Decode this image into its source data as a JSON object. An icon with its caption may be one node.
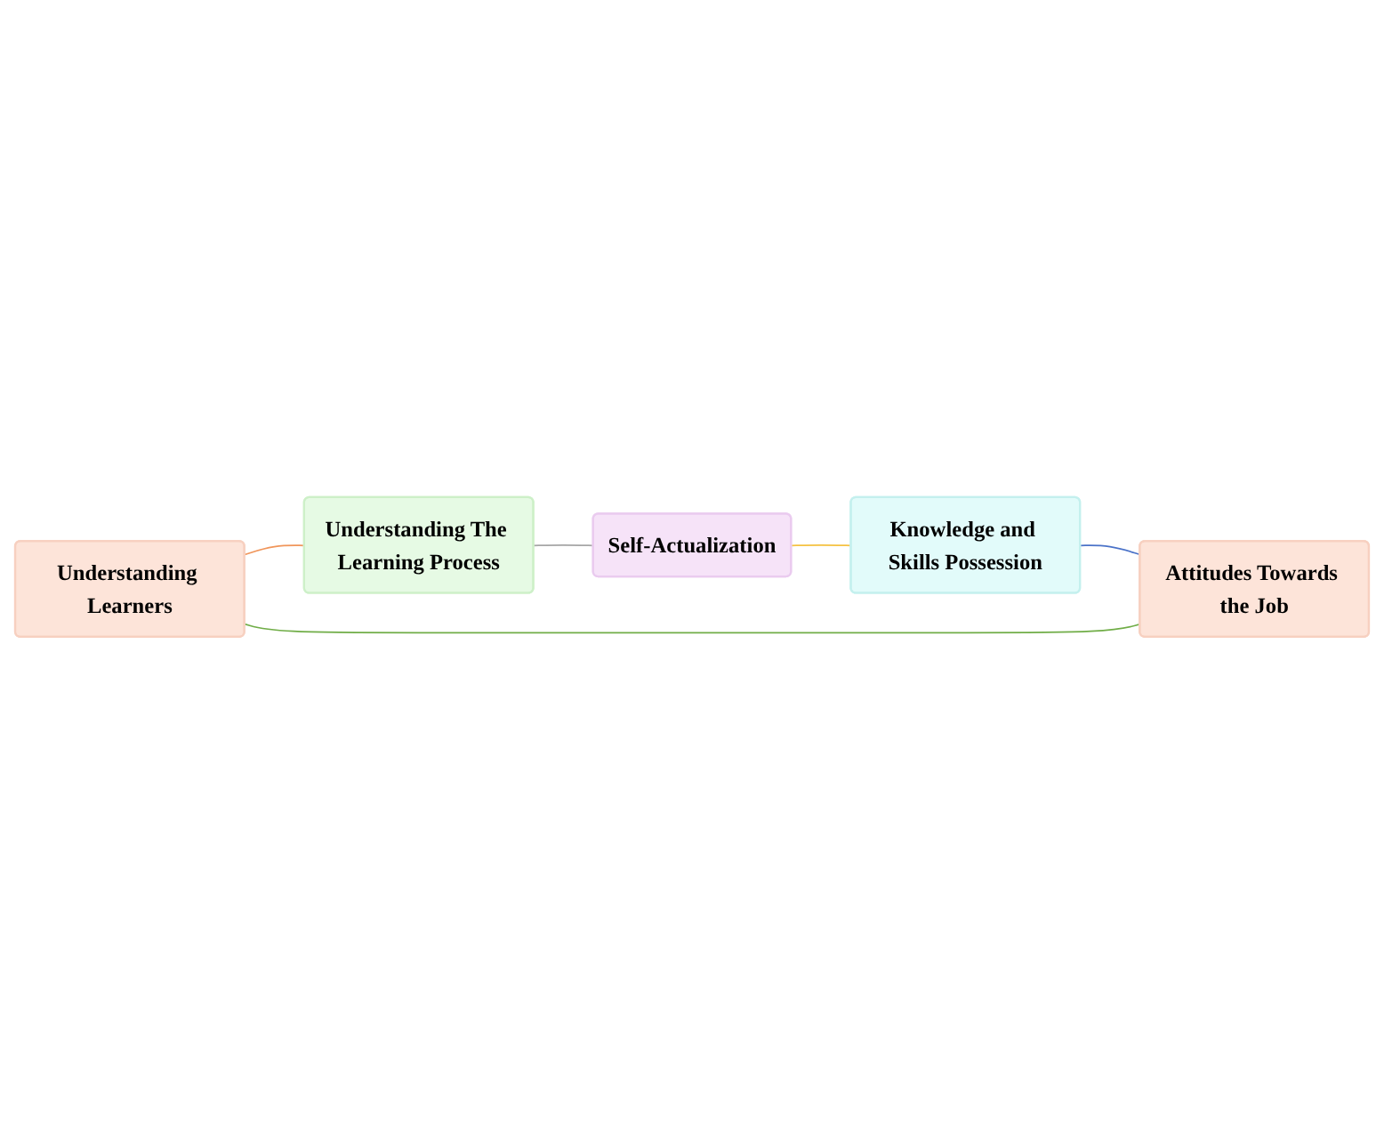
{
  "diagram": {
    "nodes": [
      {
        "text": [
          "Understanding Learners"
        ]
      },
      {
        "text": [
          "Understanding The Learning Process"
        ]
      },
      {
        "text": [
          "Self-Actualization"
        ]
      },
      {
        "text": [
          "Knowledge and Skills Possession"
        ]
      },
      {
        "text": [
          "Attitudes Towards the Job"
        ]
      }
    ],
    "edges": [
      {
        "from": 0,
        "to": 1,
        "arrow": "none",
        "color": "#f0955a"
      },
      {
        "from": 1,
        "to": 2,
        "arrow": "none",
        "color": "#a6a6a6"
      },
      {
        "from": 2,
        "to": 3,
        "arrow": "none",
        "color": "#f5c242"
      },
      {
        "from": 3,
        "to": 4,
        "arrow": "none",
        "color": "#4a72c8"
      },
      {
        "from": 4,
        "to": 0,
        "arrow": "none",
        "color": "#70ad47"
      }
    ]
  }
}
